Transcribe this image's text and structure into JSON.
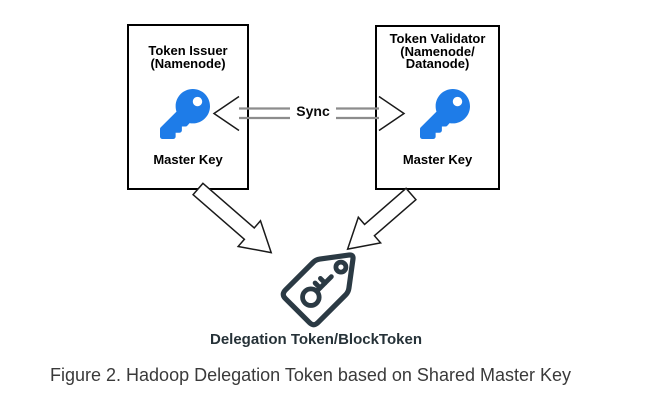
{
  "figure": {
    "issuer_box": {
      "title_lines": [
        "Token Issuer",
        "(Namenode)"
      ],
      "key_label": "Master Key"
    },
    "validator_box": {
      "title_lines": [
        "Token Validator",
        "(Namenode/",
        "Datanode)"
      ],
      "key_label": "Master Key"
    },
    "sync_label": "Sync",
    "token_label": "Delegation Token/BlockToken",
    "caption": "Figure 2. Hadoop Delegation Token based on Shared Master Key",
    "colors": {
      "key_blue": "#1e7ce8",
      "tag_dark": "#2b3a44",
      "arrow_shaft_gray": "#8c8c8c",
      "box_border": "#000000"
    }
  }
}
